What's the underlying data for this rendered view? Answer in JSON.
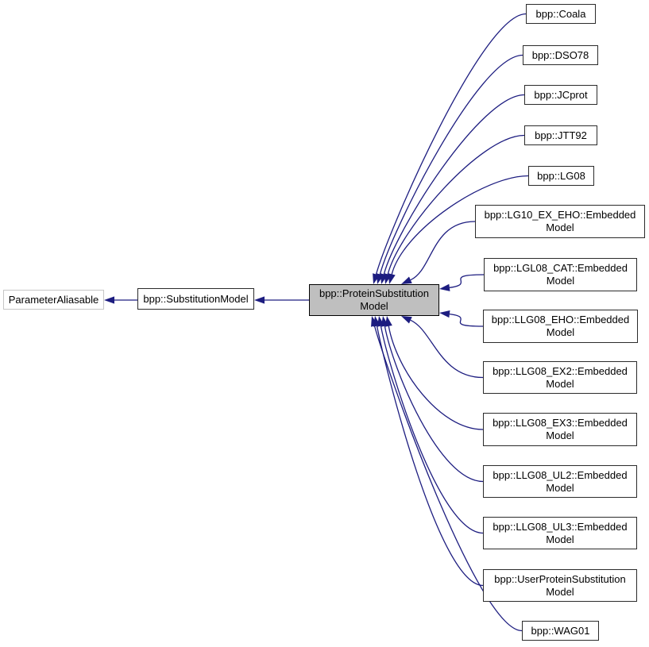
{
  "diagram": {
    "kind": "class-inheritance-graph",
    "edge_color": "#1d1d80",
    "focus_fill_color": "#bfbfbf",
    "nodes": {
      "base": [
        {
          "label": "ParameterAliasable"
        },
        {
          "label": "bpp::SubstitutionModel"
        }
      ],
      "focus": {
        "lines": [
          "bpp::ProteinSubstitution",
          "Model"
        ]
      },
      "derived": [
        {
          "label": "bpp::Coala"
        },
        {
          "label": "bpp::DSO78"
        },
        {
          "label": "bpp::JCprot"
        },
        {
          "label": "bpp::JTT92"
        },
        {
          "label": "bpp::LG08"
        },
        {
          "lines": [
            "bpp::LG10_EX_EHO::Embedded",
            "Model"
          ]
        },
        {
          "lines": [
            "bpp::LGL08_CAT::Embedded",
            "Model"
          ]
        },
        {
          "lines": [
            "bpp::LLG08_EHO::Embedded",
            "Model"
          ]
        },
        {
          "lines": [
            "bpp::LLG08_EX2::Embedded",
            "Model"
          ]
        },
        {
          "lines": [
            "bpp::LLG08_EX3::Embedded",
            "Model"
          ]
        },
        {
          "lines": [
            "bpp::LLG08_UL2::Embedded",
            "Model"
          ]
        },
        {
          "lines": [
            "bpp::LLG08_UL3::Embedded",
            "Model"
          ]
        },
        {
          "lines": [
            "bpp::UserProteinSubstitution",
            "Model"
          ]
        },
        {
          "label": "bpp::WAG01"
        }
      ]
    }
  }
}
